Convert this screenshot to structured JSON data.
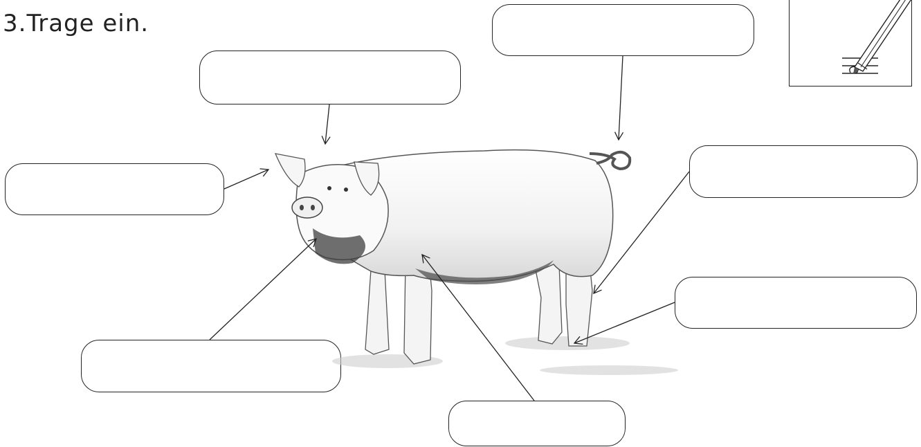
{
  "heading": "3.Trage ein.",
  "task_icon": "pencil-writing-icon",
  "labels": [
    {
      "id": "ear",
      "text": ""
    },
    {
      "id": "head-top",
      "text": ""
    },
    {
      "id": "tail",
      "text": ""
    },
    {
      "id": "leg",
      "text": ""
    },
    {
      "id": "snout",
      "text": ""
    },
    {
      "id": "hoof",
      "text": ""
    },
    {
      "id": "belly",
      "text": ""
    }
  ],
  "colors": {
    "line": "#222222",
    "pencil_shade": "#9a9a9a"
  }
}
